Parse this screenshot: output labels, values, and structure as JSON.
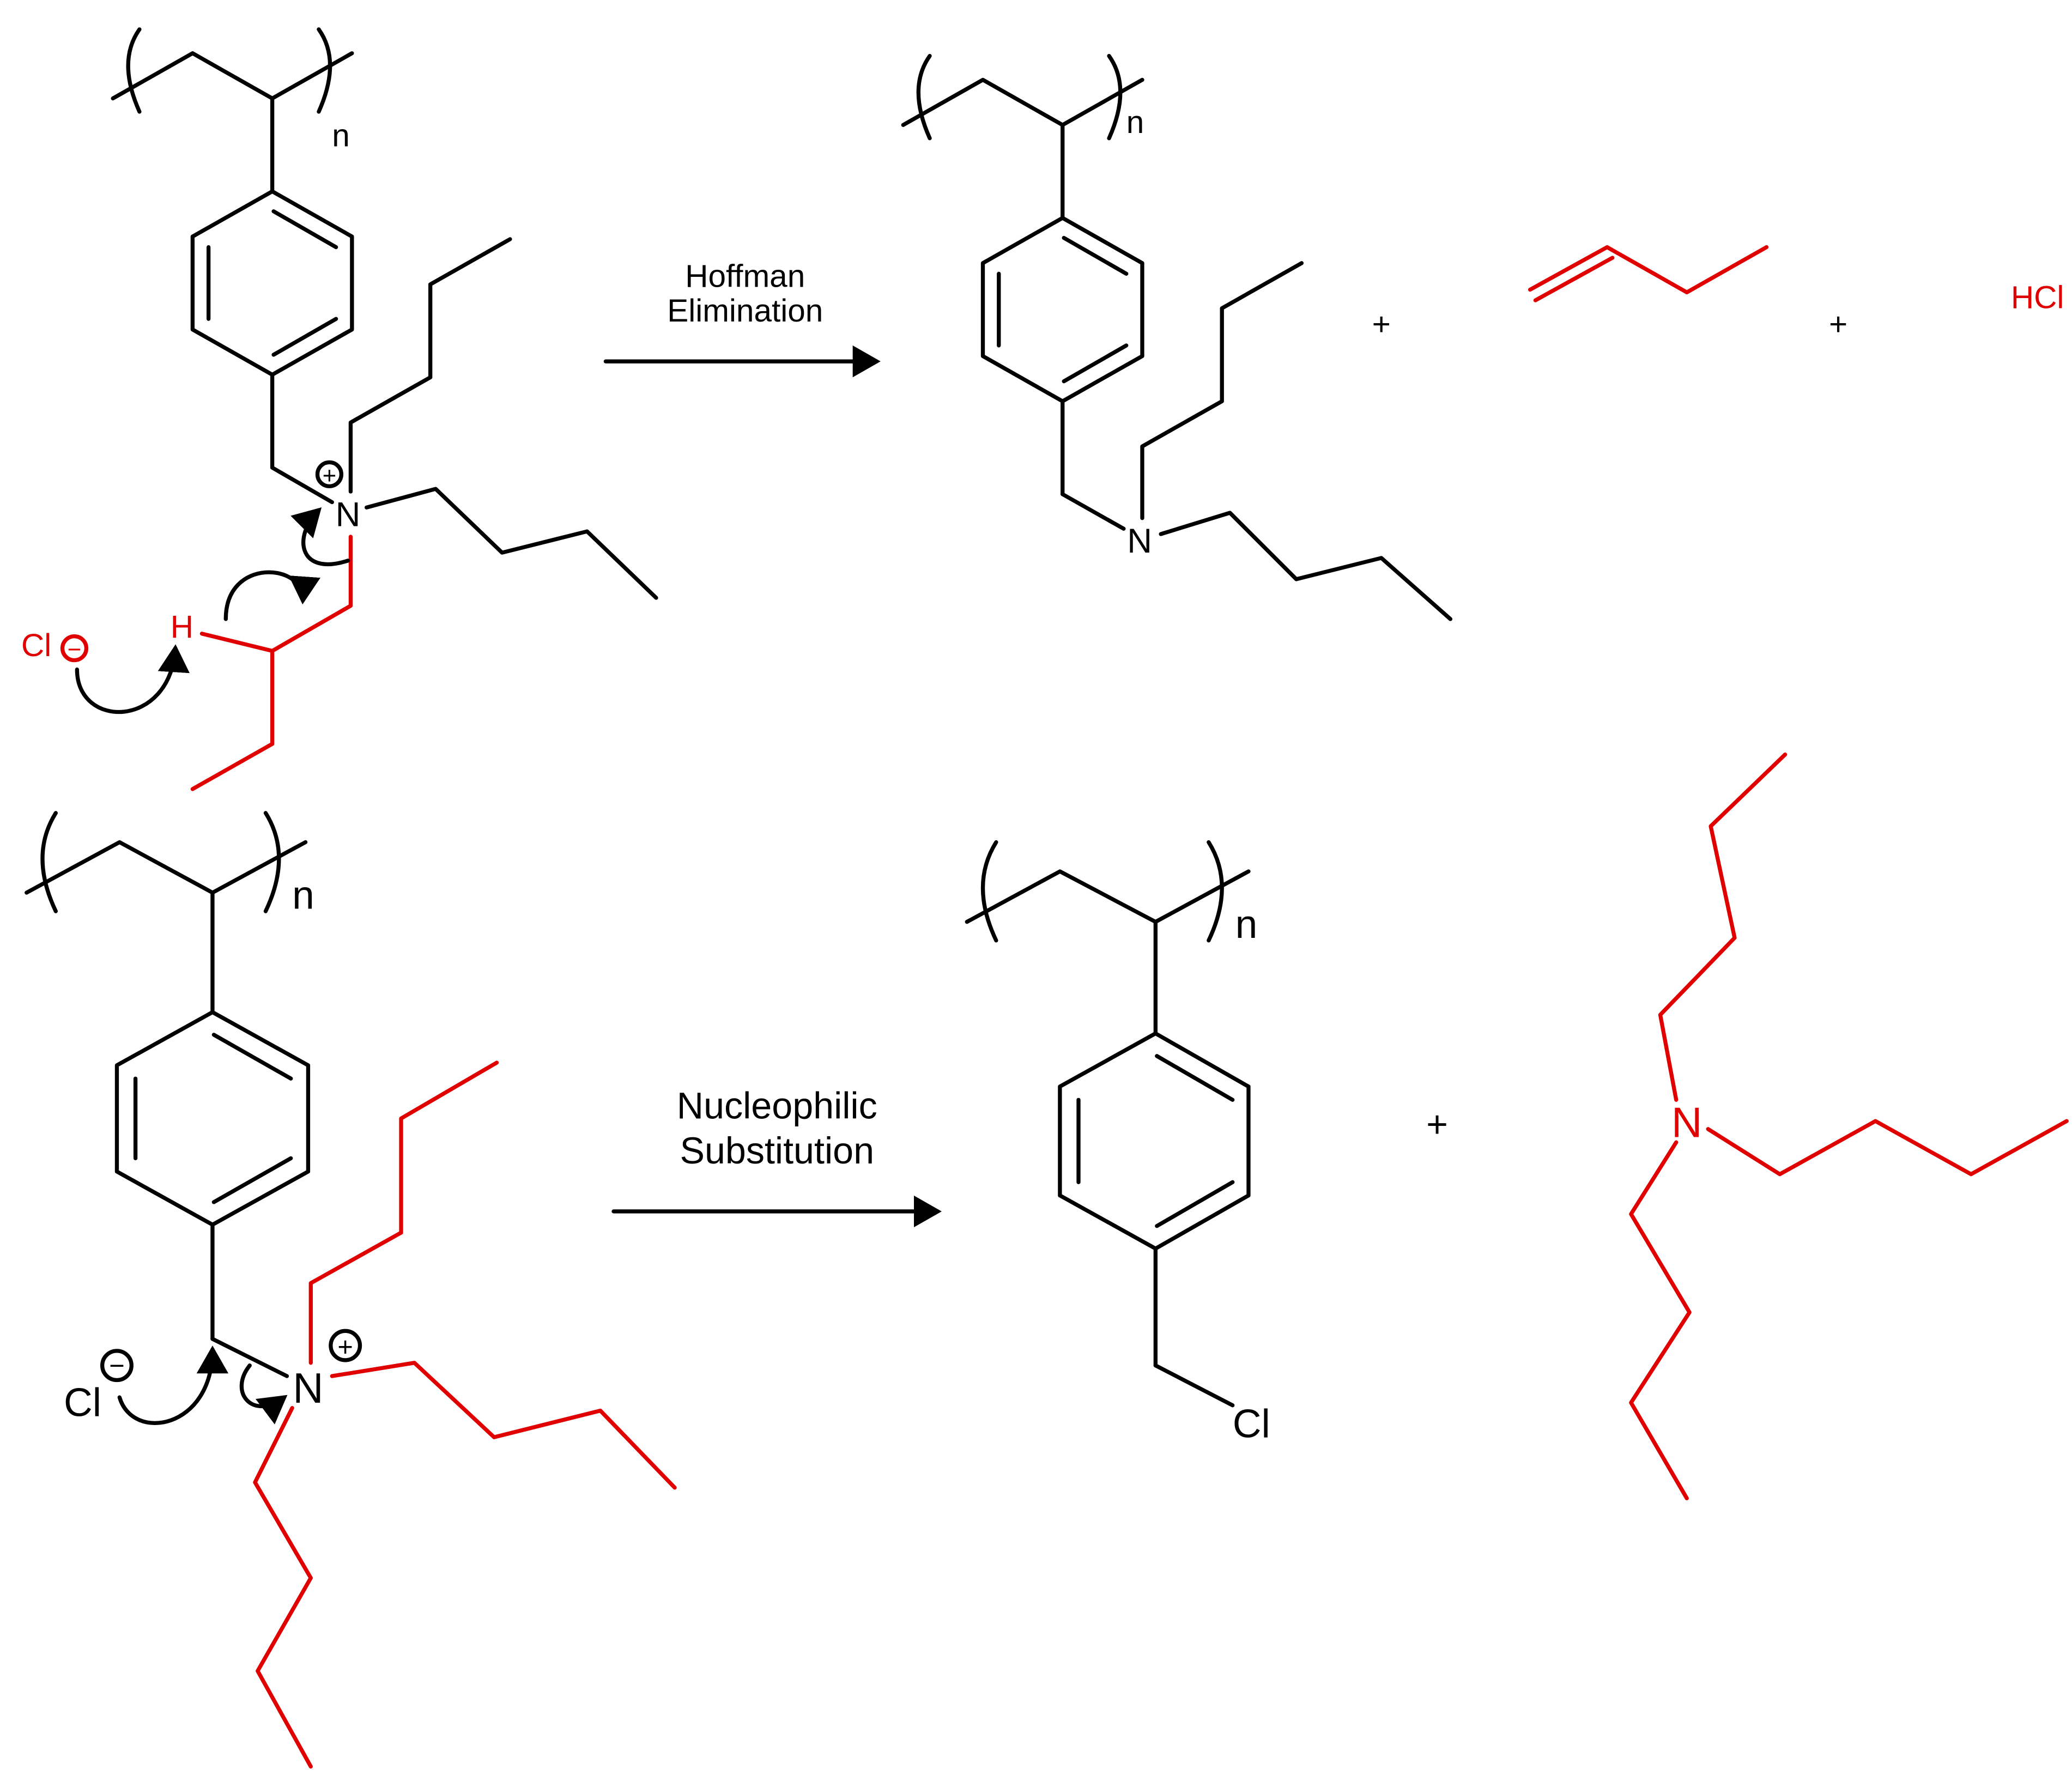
{
  "colors": {
    "black": "#000000",
    "red": "#e00000"
  },
  "top_scheme": {
    "reagent_charge": "+",
    "repeat_label": "n",
    "nitrogen": "N",
    "hydrogen": "H",
    "chloride": "Cl",
    "anion_charge": "−",
    "arrow_label_line1": "Hoffman",
    "arrow_label_line2": "Elimination",
    "product_repeat_label": "n",
    "product_nitrogen": "N",
    "plus_1": "+",
    "plus_2": "+",
    "hcl": "HCl"
  },
  "bottom_scheme": {
    "repeat_label": "n",
    "reagent_charge": "+",
    "nitrogen": "N",
    "chloride": "Cl",
    "anion_charge": "−",
    "arrow_label_line1": "Nucleophilic",
    "arrow_label_line2": "Substitution",
    "product_repeat_label": "n",
    "product_chloride": "Cl",
    "plus": "+",
    "amine_nitrogen": "N"
  }
}
